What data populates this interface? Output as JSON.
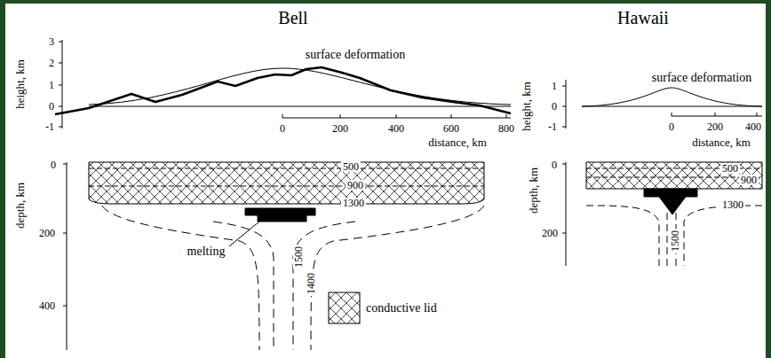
{
  "diagram": {
    "labels": [
      "Bell",
      "height, km",
      "3",
      "2",
      "1",
      "0",
      "-1",
      "surface deformation",
      "0",
      "200",
      "400",
      "600",
      "800",
      "distance, km",
      "depth, km",
      "0",
      "200",
      "400",
      "500",
      "900",
      "1300",
      "melting",
      "1500",
      "1400",
      "Hawaii",
      "height, km",
      "1",
      "0",
      "-1",
      "surface deformation",
      "0",
      "200",
      "400",
      "distance, km",
      "depth, km",
      "0",
      "200",
      "500",
      "900",
      "1300",
      "1500"
    ],
    "legend": [
      {
        "text": "conductive lid"
      }
    ]
  }
}
